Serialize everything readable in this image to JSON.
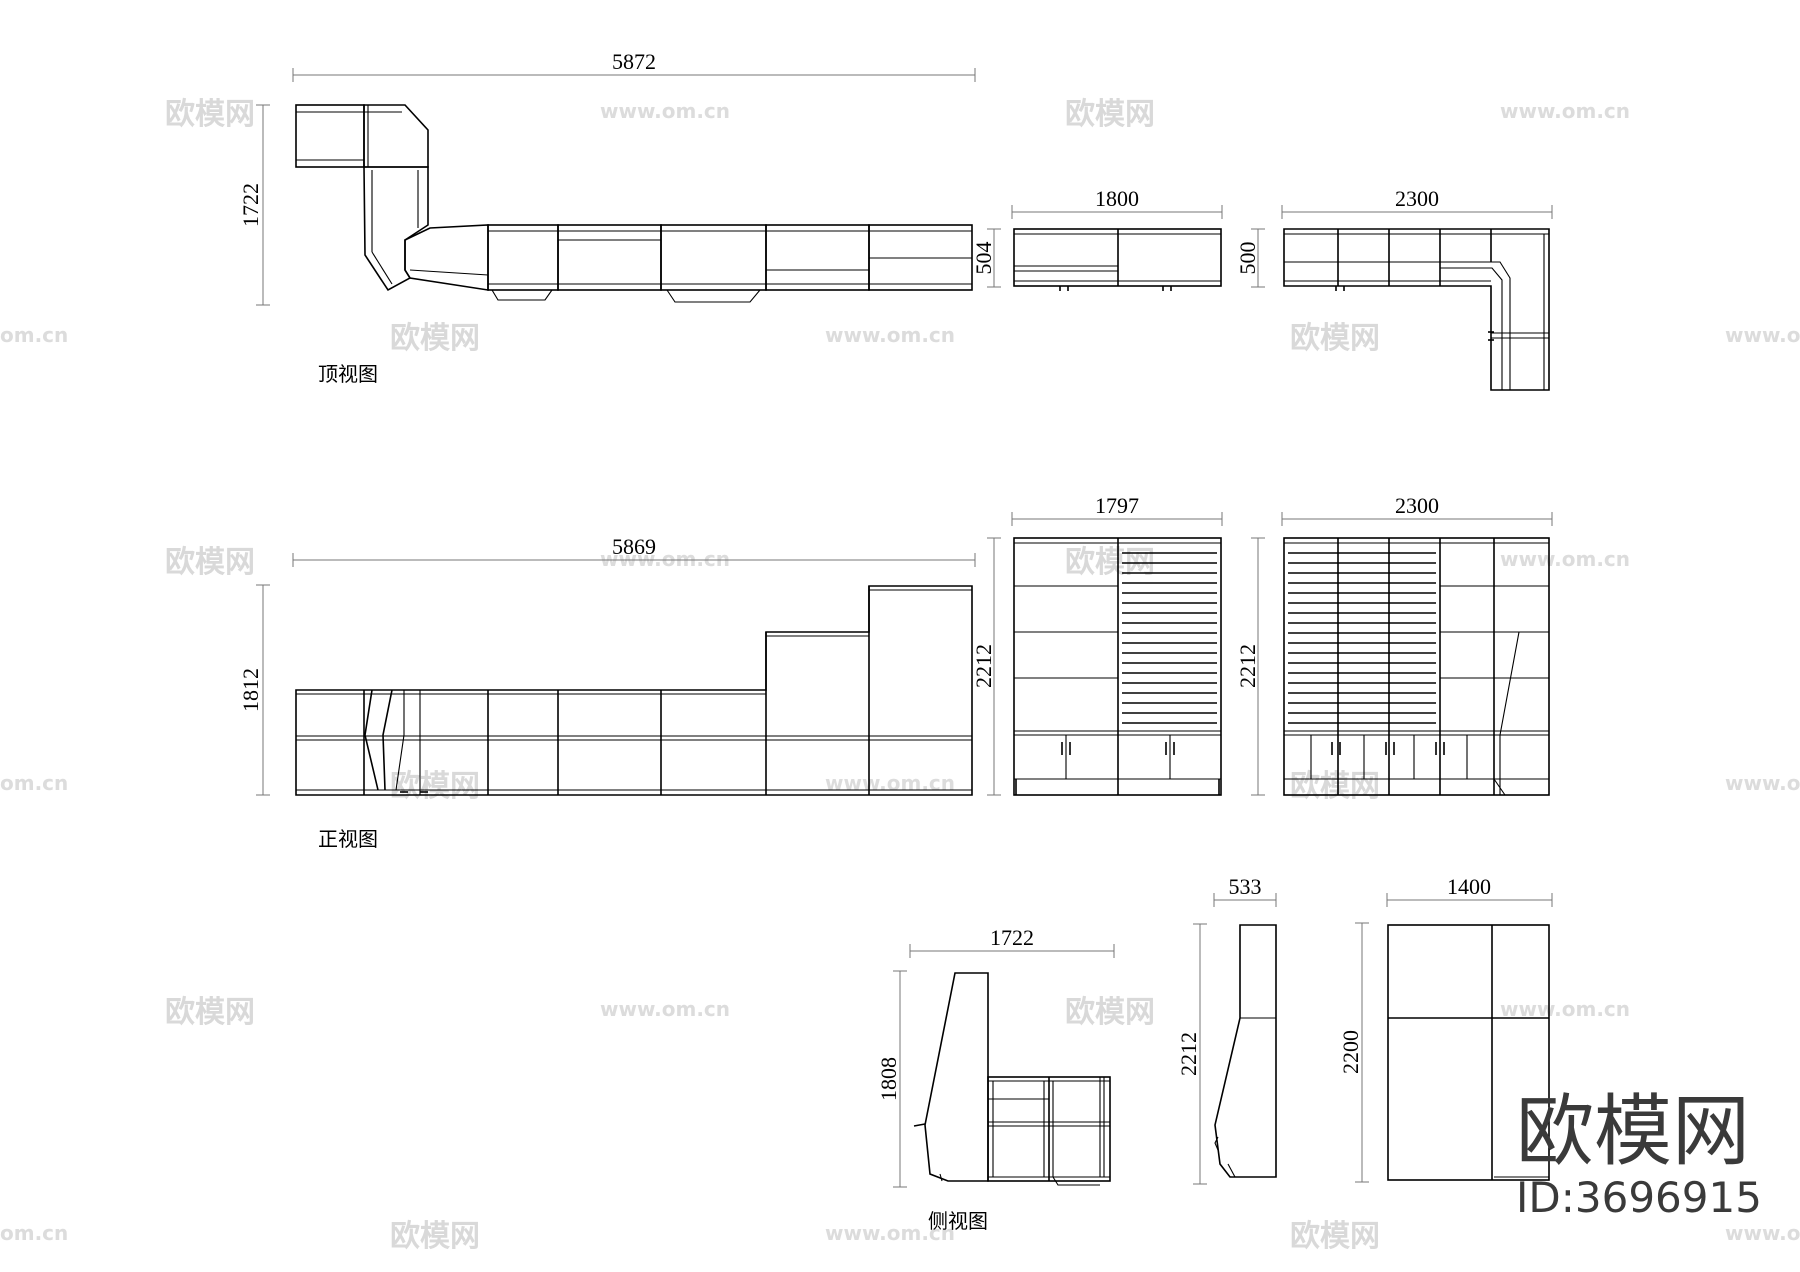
{
  "captions": {
    "top_view": "顶视图",
    "front_view": "正视图",
    "side_view": "侧视图"
  },
  "dimensions": {
    "top_main_width": "5872",
    "top_main_depth": "1722",
    "top_mid_width": "1800",
    "top_mid_depth": "504",
    "top_right_width": "2300",
    "top_right_depth": "500",
    "front_main_width": "5869",
    "front_main_height": "1812",
    "front_mid_width": "1797",
    "front_mid_height": "2212",
    "front_right_width": "2300",
    "front_right_height": "2212",
    "side_a_width": "1722",
    "side_a_height": "1808",
    "side_b_width": "533",
    "side_b_height": "2212",
    "side_c_width": "1400",
    "side_c_height": "2200"
  },
  "watermarks": {
    "brand": "欧模网",
    "site": "www.om.cn",
    "site_partial": "om.cn"
  },
  "logo": {
    "text": "欧模网",
    "id": "ID:3696915"
  }
}
